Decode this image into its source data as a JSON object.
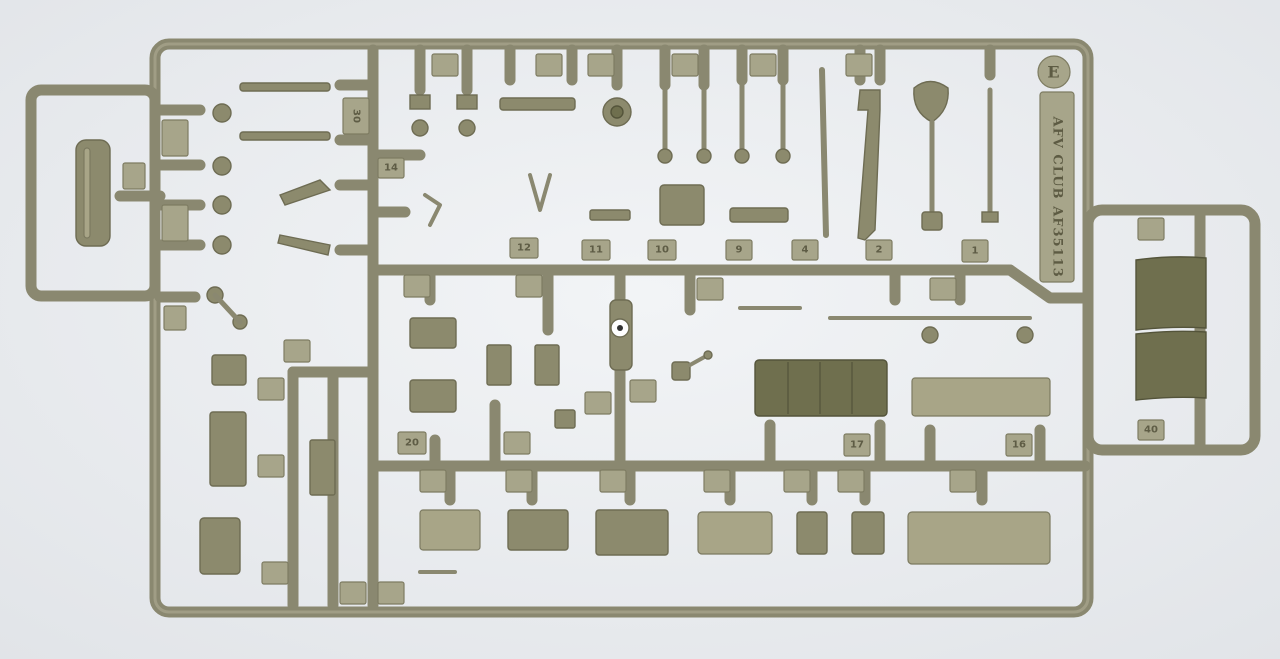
{
  "sprue": {
    "letter": "E",
    "brand": "AFV CLUB",
    "code": "AF35113"
  },
  "part_numbers": {
    "n40": "40",
    "n30": "30",
    "n14": "14",
    "n12": "12",
    "n11": "11",
    "n10": "10",
    "n9": "9",
    "n4": "4",
    "n2": "2",
    "n1": "1",
    "n20": "20",
    "n17": "17",
    "n16": "16"
  },
  "colors": {
    "plastic": "#8a8870",
    "background": "#eef0f3"
  }
}
